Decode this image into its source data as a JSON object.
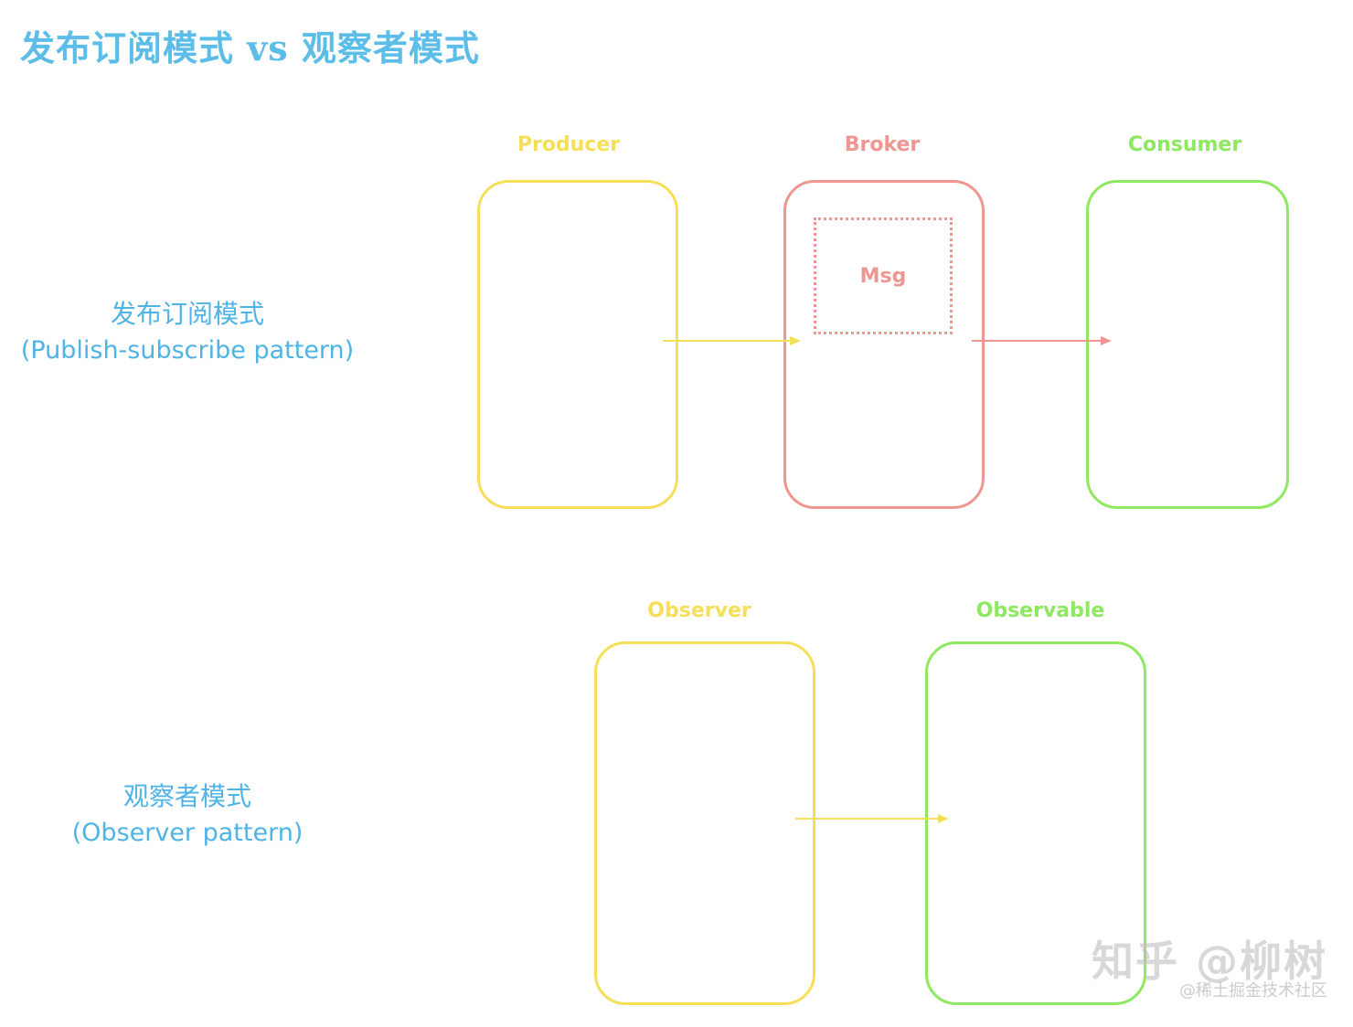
{
  "title": "发布订阅模式 vs 观察者模式",
  "colors": {
    "title": "#5bbde8",
    "label": "#4fb3e5",
    "producer": "#f5df58",
    "broker": "#ef9690",
    "consumer": "#8ee860",
    "observer": "#f5df58",
    "observable": "#8ee860",
    "arrow_yellow": "#f5df58",
    "arrow_red": "#ef9690"
  },
  "pubsub": {
    "label_cn": "发布订阅模式",
    "label_en": "(Publish-subscribe pattern)",
    "producer": "Producer",
    "broker": "Broker",
    "msg": "Msg",
    "consumer": "Consumer"
  },
  "observer": {
    "label_cn": "观察者模式",
    "label_en": "(Observer pattern)",
    "observer": "Observer",
    "observable": "Observable"
  },
  "watermark": {
    "main": "知乎 @柳树",
    "sub": "@稀土掘金技术社区"
  }
}
